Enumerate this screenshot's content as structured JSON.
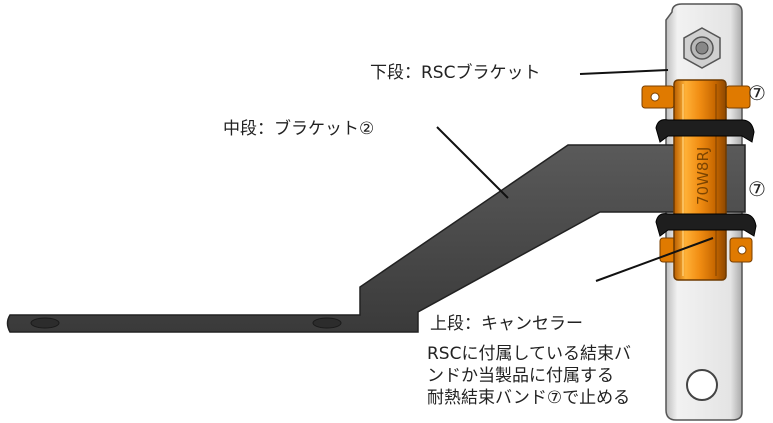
{
  "labels": {
    "lower": "下段：RSCブラケット",
    "middle": "中段：ブラケット②",
    "upper": "上段：キャンセラー",
    "desc": [
      "RSCに付属している結束バ",
      "ンドか当製品に付属する",
      "耐熱結束バンド⑦で止める"
    ],
    "band_number_1": "⑦",
    "band_number_2": "⑦"
  },
  "resistor": {
    "marking": "70W8RJ"
  },
  "colors": {
    "bracket_dark": "#4a4a4a",
    "bracket_light": "#e6e6e6",
    "resistor_orange": "#ee8a10",
    "band_black": "#1e1e1e",
    "text": "#222222"
  }
}
